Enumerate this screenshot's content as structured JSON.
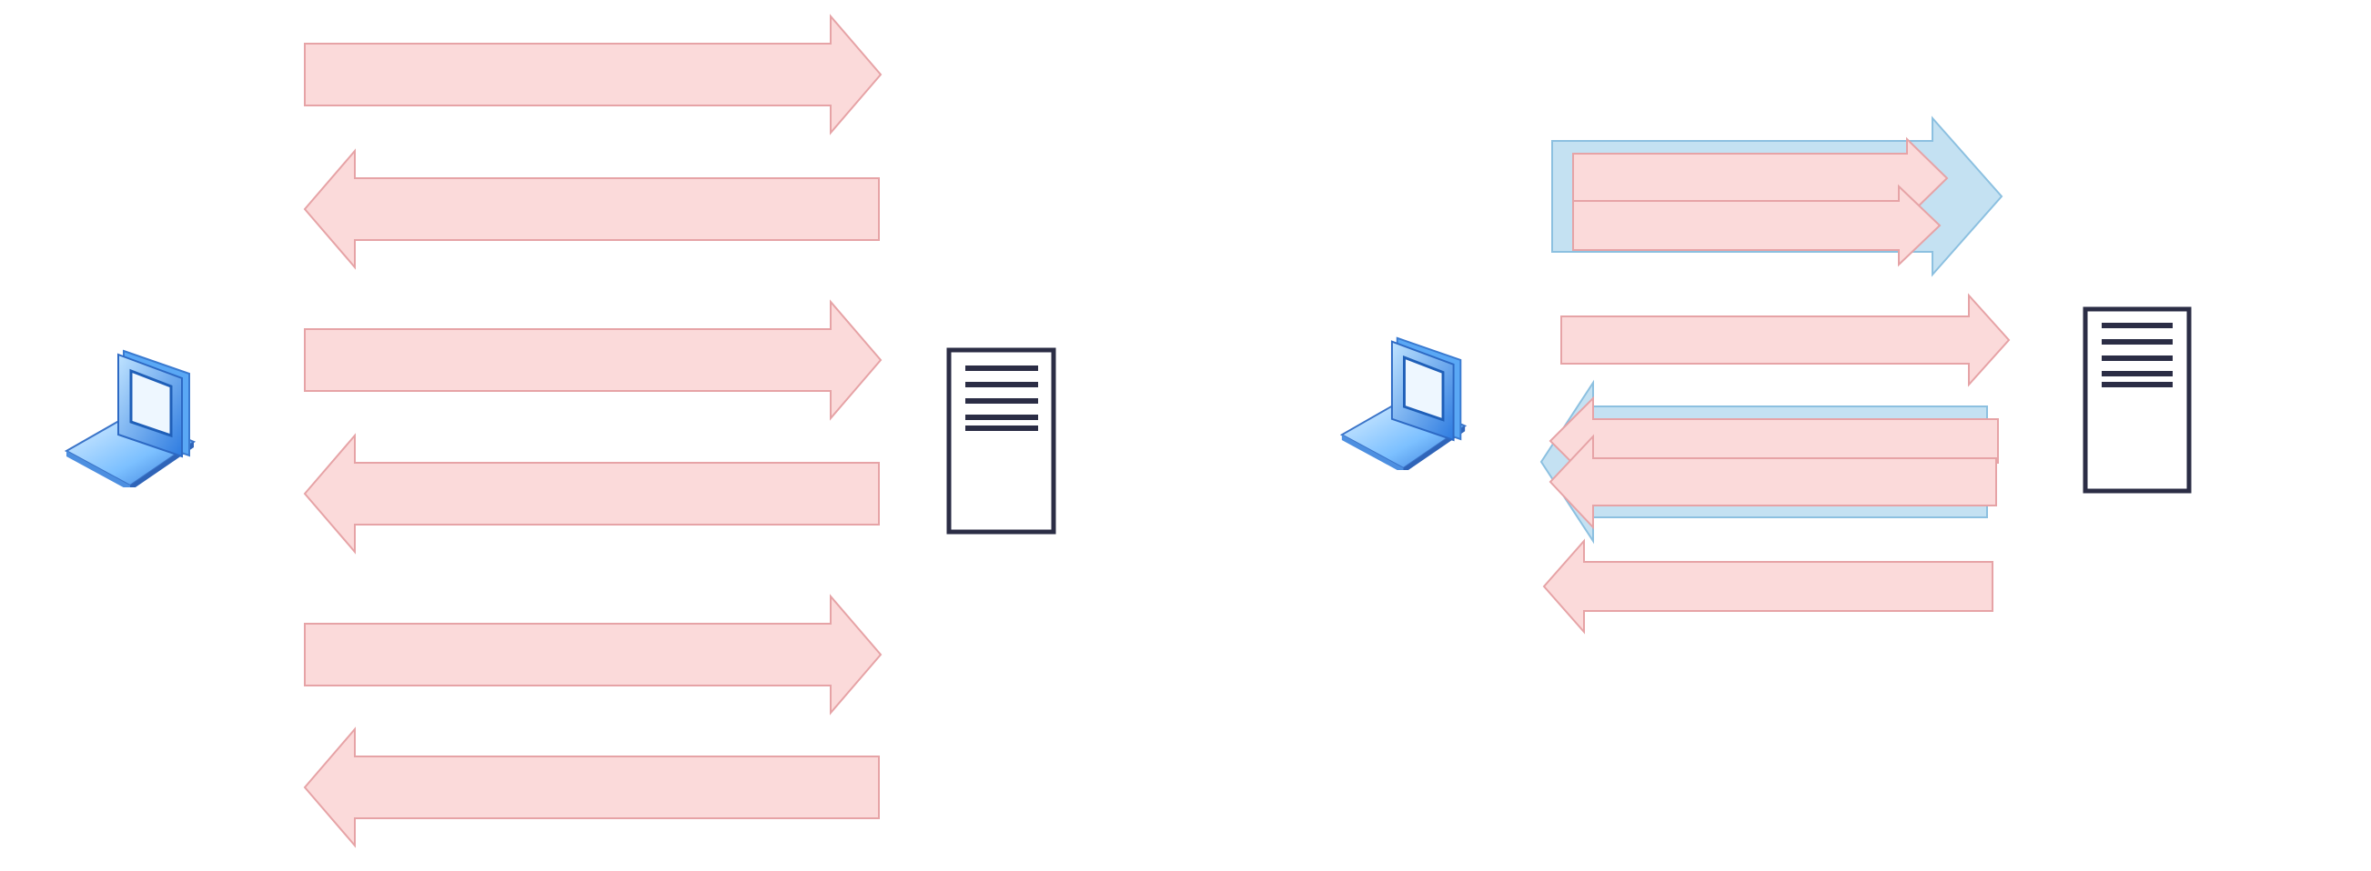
{
  "colors": {
    "background": "#ffffff",
    "request_fill": "#fbdada",
    "request_stroke": "#e6a3a6",
    "group_fill": "#c4e1f2",
    "group_stroke": "#8cc0e0",
    "server_stroke": "#2b2d45",
    "laptop_blue": "#3d8ef0",
    "laptop_light": "#9fd2ff"
  },
  "icons": {
    "client": "laptop-icon",
    "server": "server-icon"
  },
  "left_panel": {
    "description": "sequential",
    "messages": [
      "to-server",
      "to-client",
      "to-server",
      "to-client",
      "to-server",
      "to-client"
    ]
  },
  "right_panel": {
    "description": "pipelined",
    "outgoing_group_count": 2,
    "outgoing_single_count": 1,
    "incoming_group_count": 2,
    "incoming_single_count": 1
  }
}
